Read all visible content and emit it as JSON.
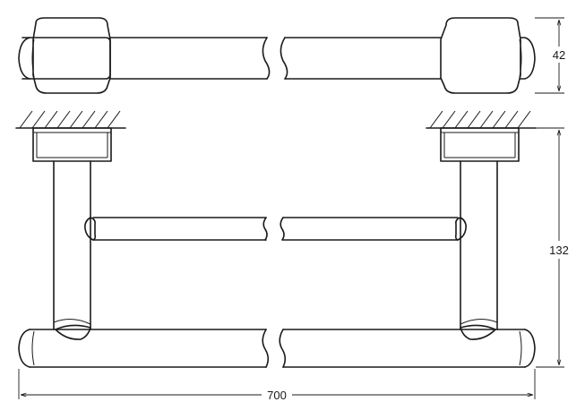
{
  "dimensions": {
    "width_label": "700",
    "depth_label": "42",
    "height_label": "132"
  }
}
